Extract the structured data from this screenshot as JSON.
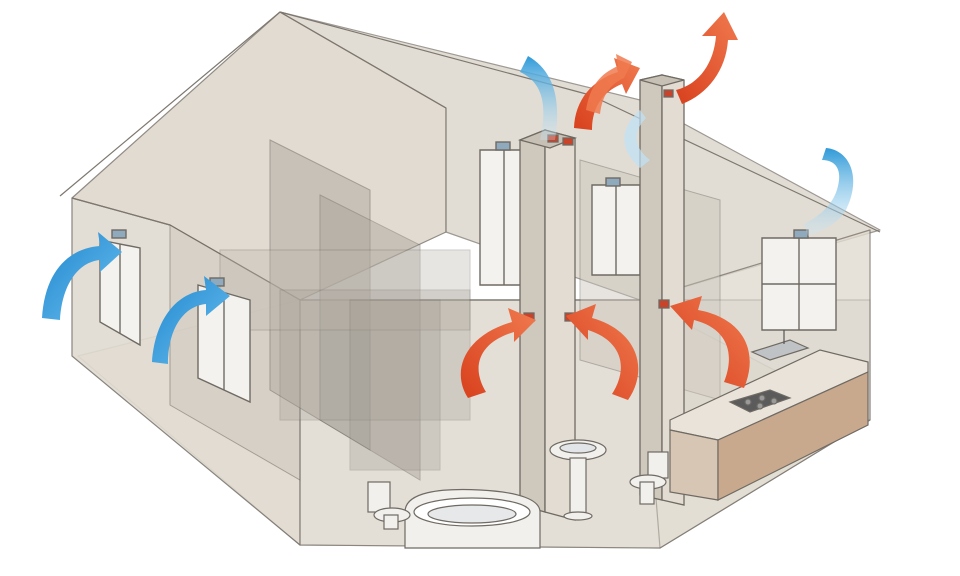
{
  "diagram": {
    "subject": "house-ventilation",
    "colors": {
      "wall_fill": "#e3ddd3",
      "wall_stroke": "#7d776f",
      "roof_fill": "#d9d2c6",
      "partition_fill": "#b9b3aa",
      "shaft_fill": "#ddd7cd",
      "window_fill": "#f4f2ee",
      "fresh_air": "#2f9ad8",
      "exhaust_air": "#e5532c",
      "counter_fill": "#c9a98e",
      "fixture_fill": "#f2f0ec"
    },
    "airflows": [
      {
        "id": "fresh-air-window-left",
        "kind": "fresh"
      },
      {
        "id": "fresh-air-window-middle",
        "kind": "fresh"
      },
      {
        "id": "fresh-air-roof-top",
        "kind": "fresh"
      },
      {
        "id": "fresh-air-roof-right",
        "kind": "fresh"
      },
      {
        "id": "exhaust-vent-1",
        "kind": "exhaust"
      },
      {
        "id": "exhaust-vent-2",
        "kind": "exhaust"
      },
      {
        "id": "exhaust-vent-3",
        "kind": "exhaust"
      },
      {
        "id": "exhaust-shaft-1-outlet",
        "kind": "exhaust"
      },
      {
        "id": "exhaust-shaft-2-outlet",
        "kind": "exhaust"
      }
    ]
  }
}
